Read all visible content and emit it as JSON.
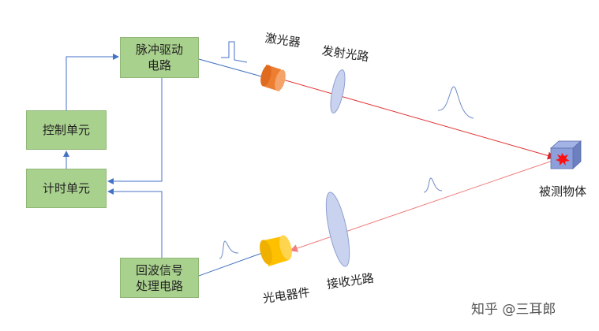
{
  "blocks": {
    "driver": [
      "脉冲驱动",
      "电路"
    ],
    "control": "控制单元",
    "timer": "计时单元",
    "echo": [
      "回波信号",
      "处理电路"
    ]
  },
  "labels": {
    "laser": "激光器",
    "tx_optics": "发射光路",
    "target": "被测物体",
    "detector": "光电器件",
    "rx_optics": "接收光路"
  },
  "watermark": "知乎 @三耳郎",
  "colors": {
    "block": "#a9d18e",
    "laser": "#ed7d31",
    "detector": "#ffc000",
    "beam": "#e03030",
    "wire": "#4472c4",
    "lens": "#c9d3ef"
  }
}
